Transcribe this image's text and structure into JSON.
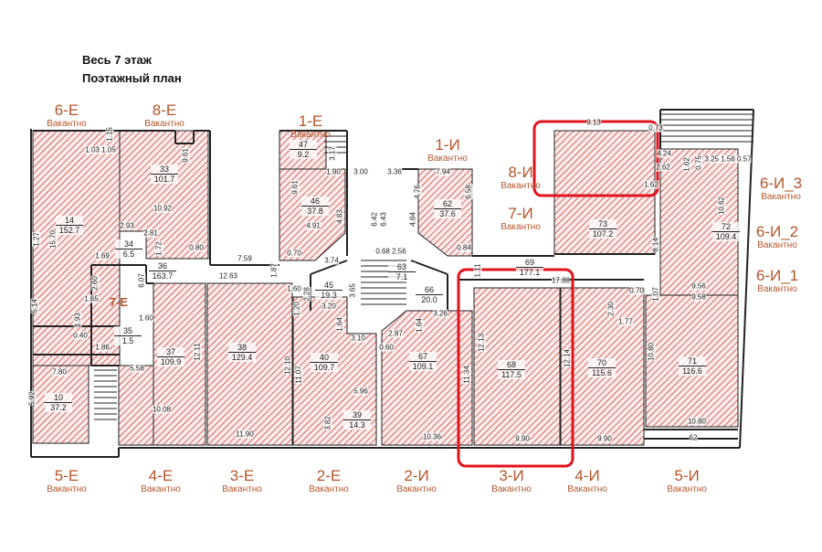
{
  "header": {
    "title": "Весь 7 этаж",
    "subtitle": "Поэтажный план"
  },
  "colors": {
    "hatch": "#c0392b",
    "highlight": "#e0141e",
    "label": "#b5552a",
    "wall": "#222222"
  },
  "units": [
    {
      "name": "6-Е",
      "status": "Вакантно"
    },
    {
      "name": "8-Е",
      "status": "Вакантно"
    },
    {
      "name": "1-Е",
      "status": "Вакантно"
    },
    {
      "name": "1-И",
      "status": "Вакантно"
    },
    {
      "name": "8-И",
      "status": "Вакантно"
    },
    {
      "name": "7-И",
      "status": "Вакантно"
    },
    {
      "name": "6-И_3",
      "status": "Вакантно"
    },
    {
      "name": "6-И_2",
      "status": "Вакантно"
    },
    {
      "name": "6-И_1",
      "status": "Вакантно"
    },
    {
      "name": "7-Е",
      "status": ""
    },
    {
      "name": "5-Е",
      "status": "Вакантно"
    },
    {
      "name": "4-Е",
      "status": "Вакантно"
    },
    {
      "name": "3-Е",
      "status": "Вакантно"
    },
    {
      "name": "2-Е",
      "status": "Вакантно"
    },
    {
      "name": "2-И",
      "status": "Вакантно"
    },
    {
      "name": "3-И",
      "status": "Вакантно"
    },
    {
      "name": "4-И",
      "status": "Вакантно"
    },
    {
      "name": "5-И",
      "status": "Вакантно"
    }
  ],
  "rooms": [
    {
      "no": "14",
      "area": "152.7"
    },
    {
      "no": "33",
      "area": "101.7"
    },
    {
      "no": "34",
      "area": "6.5"
    },
    {
      "no": "36",
      "area": "163.7"
    },
    {
      "no": "47",
      "area": "9.2"
    },
    {
      "no": "46",
      "area": "37.8"
    },
    {
      "no": "62",
      "area": "37.6"
    },
    {
      "no": "73",
      "area": "107.2"
    },
    {
      "no": "72",
      "area": "109.4"
    },
    {
      "no": "69",
      "area": "177.1"
    },
    {
      "no": "63",
      "area": "7.1"
    },
    {
      "no": "45",
      "area": "19.3"
    },
    {
      "no": "66",
      "area": "20.0"
    },
    {
      "no": "35",
      "area": "1.5"
    },
    {
      "no": "37",
      "area": "109.9"
    },
    {
      "no": "38",
      "area": "129.4"
    },
    {
      "no": "40",
      "area": "109.7"
    },
    {
      "no": "39",
      "area": "14.3"
    },
    {
      "no": "67",
      "area": "109.1"
    },
    {
      "no": "68",
      "area": "117.5"
    },
    {
      "no": "70",
      "area": "115.6"
    },
    {
      "no": "71",
      "area": "116.6"
    },
    {
      "no": "10",
      "area": "37.2"
    }
  ],
  "dims": [
    "1.03 1.05",
    "1.15",
    "9.61",
    "10.92",
    "2.93",
    "2.81",
    "1.72",
    "0.80",
    "1.69",
    "15.70",
    "1.27",
    "3.17",
    "1.90",
    "3.00",
    "3.36",
    "9.61",
    "4.83",
    "4.91",
    "0.70",
    "6.42",
    "6.43",
    "0.68 2.56",
    "3.74",
    "7.59",
    "1.87",
    "12.63",
    "6.07",
    "7.94",
    "4.76",
    "6.58",
    "4.84",
    "0.84",
    "9.13",
    "0.73",
    "4.24",
    "2.62",
    "1.62",
    "0.75",
    "3.25 1.56 0.57",
    "1.62",
    "8.14",
    "10.62",
    "9.56",
    "9.58",
    "17.88",
    "1.11",
    "0.70",
    "1.07",
    "2.60",
    "1.65",
    "5.14",
    "1.60",
    "1.93",
    "0.40",
    "1.86",
    "1.60",
    "2.28",
    "3.65",
    "3.20",
    "1.20",
    "1.64",
    "3.10",
    "2.87",
    "0.60",
    "3.26",
    "1.64",
    "12.11",
    "12.10",
    "11.07",
    "12.13",
    "11.34",
    "12.14",
    "2.30",
    "1.77",
    "10.80",
    "7.80",
    "5.92",
    "5.58",
    "10.08",
    "5.96",
    "3.82",
    "11.90",
    "10.36",
    "9.90",
    "9.90",
    "10.80",
    "62"
  ]
}
